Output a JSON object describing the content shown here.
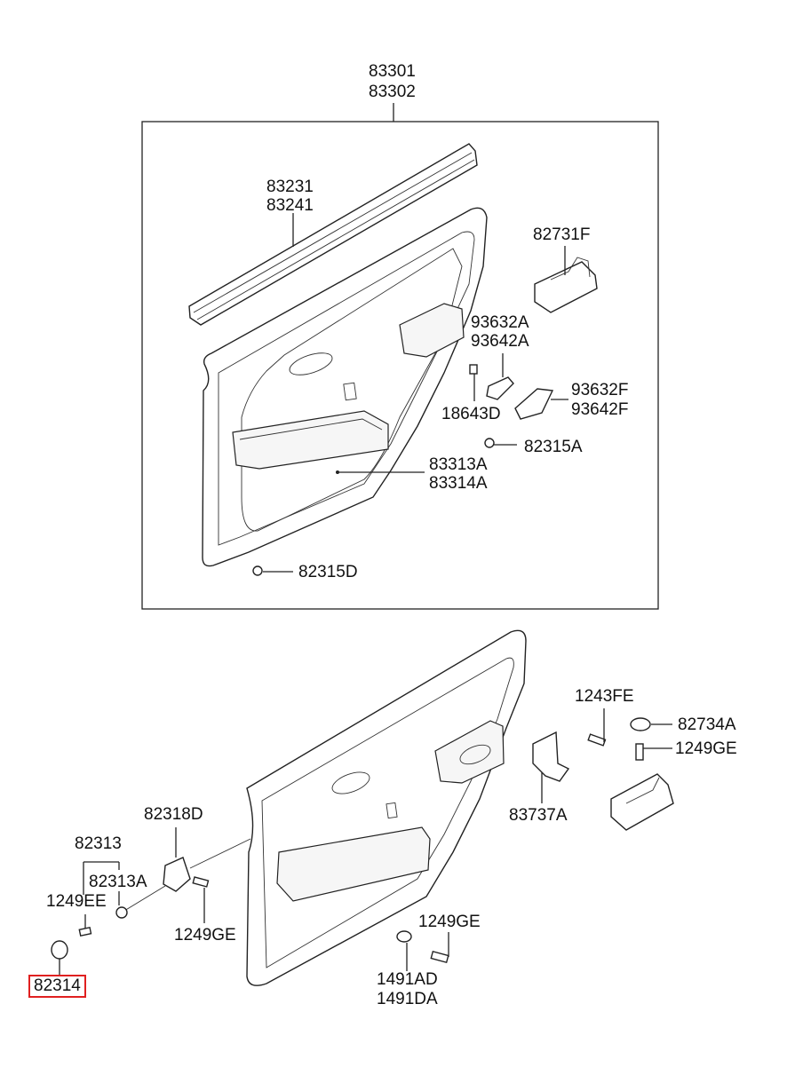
{
  "diagram": {
    "callouts": {
      "c83301": "83301",
      "c83302": "83302",
      "c83231": "83231",
      "c83241": "83241",
      "c82731F": "82731F",
      "c93632A": "93632A",
      "c93642A": "93642A",
      "c93632F": "93632F",
      "c93642F": "93642F",
      "c18643D": "18643D",
      "c82315A": "82315A",
      "c83313A": "83313A",
      "c83314A": "83314A",
      "c82315D": "82315D",
      "c1243FE": "1243FE",
      "c82734A": "82734A",
      "c1249GE_a": "1249GE",
      "c83737A": "83737A",
      "c82318D": "82318D",
      "c82313": "82313",
      "c82313A": "82313A",
      "c1249EE": "1249EE",
      "c1249GE_b": "1249GE",
      "c82314": "82314",
      "c1249GE_c": "1249GE",
      "c1491AD": "1491AD",
      "c1491DA": "1491DA"
    },
    "highlight": {
      "part": "82314",
      "color": "#e02020"
    }
  }
}
